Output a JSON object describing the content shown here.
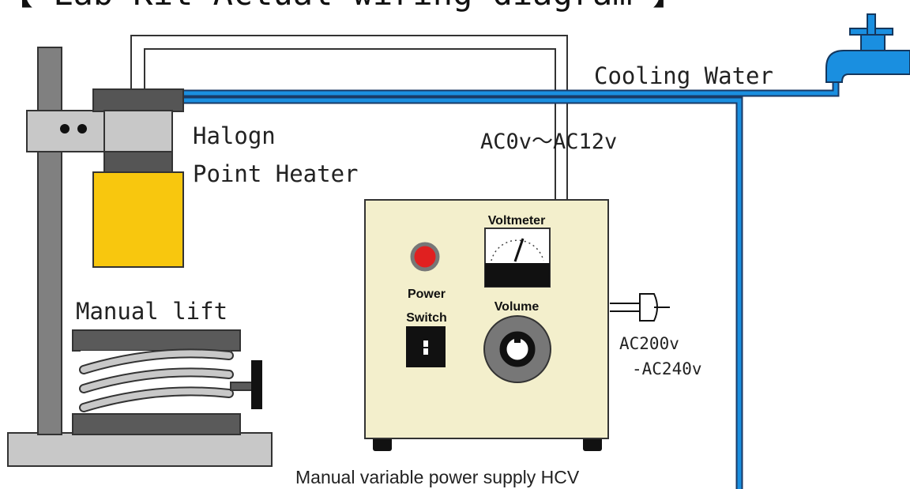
{
  "title": "【 Lab Kit Actual wiring diagram 】",
  "labels": {
    "cooling_water": "Cooling Water",
    "heater_line1": "Halogn",
    "heater_line2": "Point Heater",
    "ac_output": "AC0v～AC12v",
    "manual_lift": "Manual lift",
    "voltmeter": "Voltmeter",
    "power_line1": "Power",
    "power_line2": "Switch",
    "volume": "Volume",
    "ac_input_line1": "AC200v",
    "ac_input_line2": "-AC240v",
    "supply_caption": "Manual variable power supply HCV"
  },
  "colors": {
    "water": "#1a8fe0",
    "cabinet": "#f3efcc",
    "lamp": "#e02020",
    "heater_lens": "#f8c70e",
    "frame": "#808080"
  }
}
